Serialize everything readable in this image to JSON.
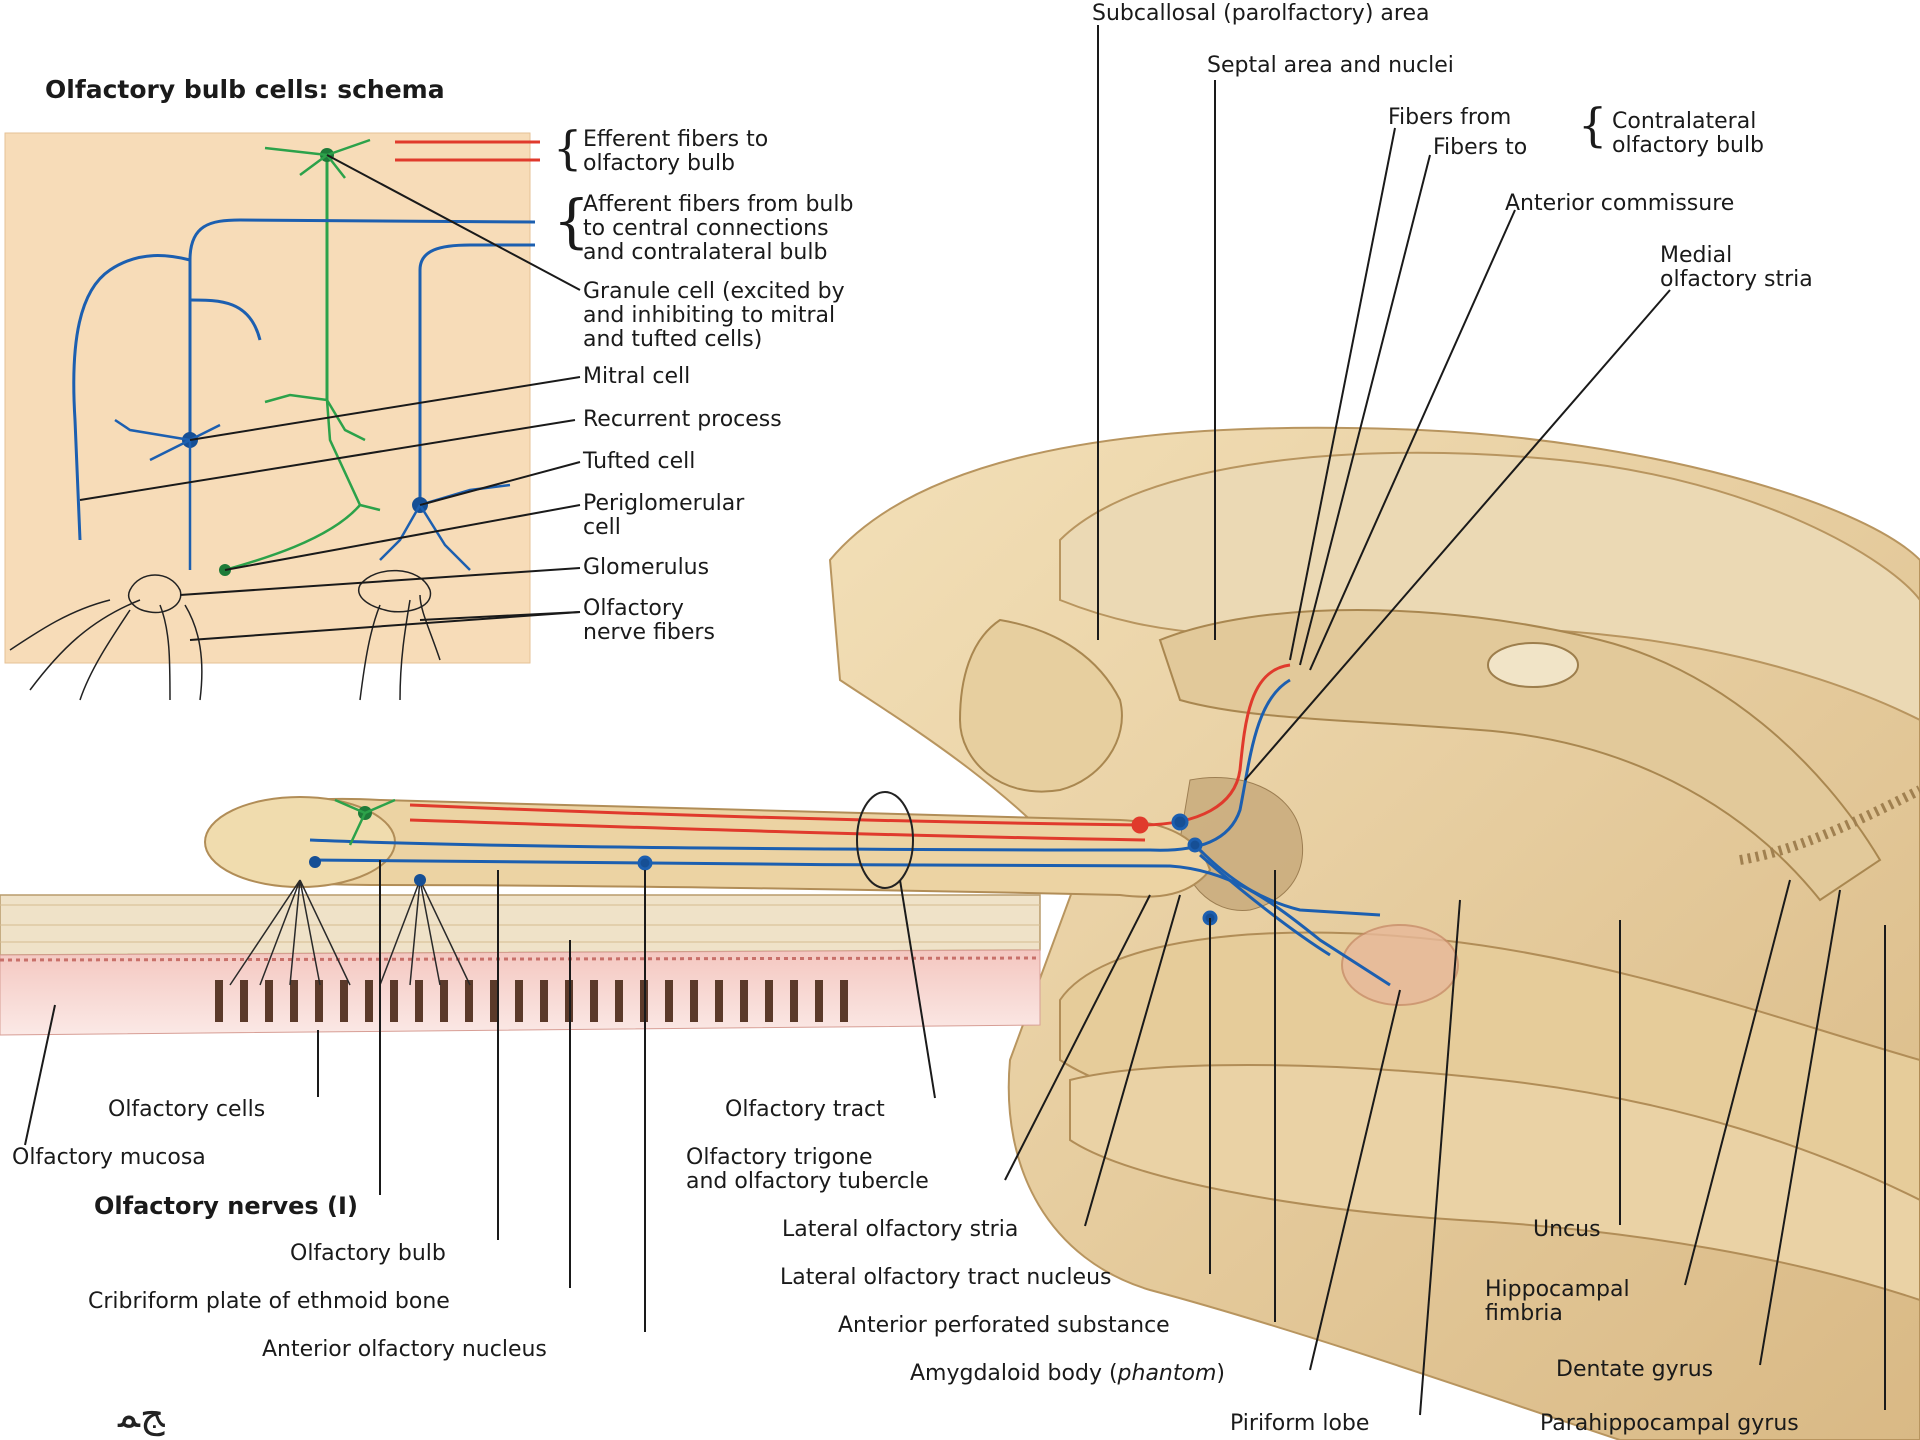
{
  "schema": {
    "title": "Olfactory bulb cells: schema",
    "efferent": "Efferent fibers to\nolfactory bulb",
    "afferent": "Afferent fibers from bulb\nto central connections\nand contralateral bulb",
    "granule": "Granule cell (excited by\nand inhibiting to mitral\nand tufted cells)",
    "mitral": "Mitral cell",
    "recurrent": "Recurrent process",
    "tufted": "Tufted cell",
    "periglomerular": "Periglomerular\ncell",
    "glomerulus": "Glomerulus",
    "nerve_fibers": "Olfactory\nnerve fibers"
  },
  "top": {
    "subcallosal": "Subcallosal (parolfactory) area",
    "septal": "Septal area and nuclei",
    "fibers_from": "Fibers from",
    "fibers_to": "Fibers to",
    "contralateral": "Contralateral\nolfactory bulb",
    "anterior_commissure": "Anterior commissure",
    "medial_stria": "Medial\nolfactory stria"
  },
  "bottom": {
    "olfactory_cells": "Olfactory cells",
    "olfactory_mucosa": "Olfactory mucosa",
    "olfactory_nerves": "Olfactory nerves (I)",
    "olfactory_bulb": "Olfactory bulb",
    "cribriform": "Cribriform plate of ethmoid bone",
    "anterior_nucleus": "Anterior olfactory nucleus",
    "olfactory_tract": "Olfactory tract",
    "trigone": "Olfactory trigone\nand olfactory tubercle",
    "lateral_stria": "Lateral olfactory stria",
    "lateral_tract_nucleus": "Lateral olfactory tract nucleus",
    "perforated": "Anterior perforated substance",
    "amygdaloid": "Amygdaloid body (",
    "amygdaloid_em": "phantom",
    "amygdaloid_end": ")",
    "piriform": "Piriform lobe",
    "uncus": "Uncus",
    "fimbria": "Hippocampal\nfimbria",
    "dentate": "Dentate gyrus",
    "parahippocampal": "Parahippocampal gyrus"
  },
  "colors": {
    "efferent_red": "#e03a2c",
    "afferent_blue": "#1c5fb0",
    "granule_green": "#2ca24a",
    "schema_bg": "#f7dcb8",
    "brain": "#ecd3a3"
  }
}
